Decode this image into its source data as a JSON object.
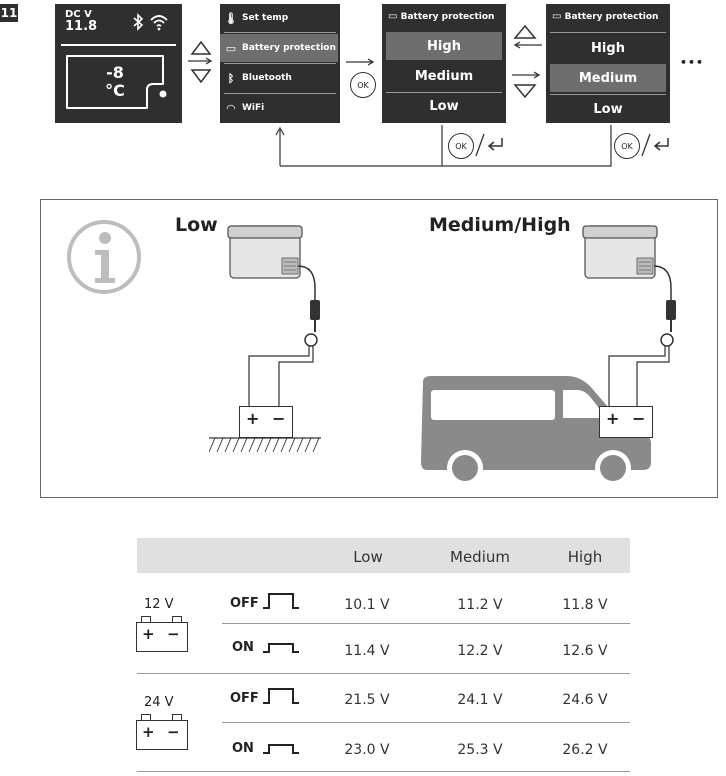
{
  "step_number": "11",
  "display": {
    "mode_label": "DC V",
    "voltage": "11.8",
    "temperature": "-8",
    "unit": "°C"
  },
  "menu": {
    "items": [
      {
        "label": "Set temp",
        "icon": "thermometer-icon"
      },
      {
        "label": "Battery protection",
        "icon": "battery-icon"
      },
      {
        "label": "Bluetooth",
        "icon": "bluetooth-icon"
      },
      {
        "label": "WiFi",
        "icon": "wifi-icon"
      }
    ],
    "selected_index": 1
  },
  "submenu_a": {
    "title": "Battery protection",
    "options": [
      "High",
      "Medium",
      "Low"
    ],
    "selected": "High"
  },
  "submenu_b": {
    "title": "Battery protection",
    "options": [
      "High",
      "Medium",
      "Low"
    ],
    "selected": "Medium"
  },
  "ok_label": "OK",
  "ellipsis": "•••",
  "info_panel": {
    "low_label": "Low",
    "medium_high_label": "Medium/High",
    "battery_plus": "+",
    "battery_minus": "−"
  },
  "table": {
    "headers": [
      "Low",
      "Medium",
      "High"
    ],
    "groups": [
      {
        "battery_voltage": "12 V",
        "rows": [
          {
            "state": "OFF",
            "values": [
              "10.1 V",
              "11.2 V",
              "11.8 V"
            ]
          },
          {
            "state": "ON",
            "values": [
              "11.4 V",
              "12.2 V",
              "12.6 V"
            ]
          }
        ]
      },
      {
        "battery_voltage": "24 V",
        "rows": [
          {
            "state": "OFF",
            "values": [
              "21.5 V",
              "24.1 V",
              "24.6 V"
            ]
          },
          {
            "state": "ON",
            "values": [
              "23.0 V",
              "25.3 V",
              "26.2 V"
            ]
          }
        ]
      }
    ]
  }
}
